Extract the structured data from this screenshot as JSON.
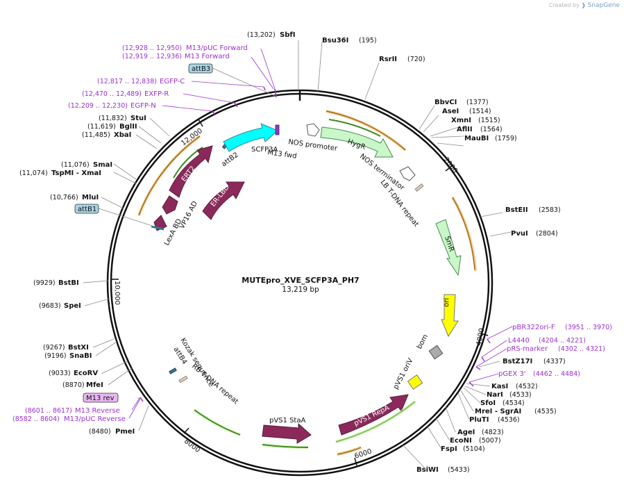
{
  "credit": {
    "prefix": "Created by",
    "brand": "SnapGene"
  },
  "plasmid": {
    "name": "MUTEpro_XVE_SCFP3A_PH7",
    "size": "13,219 bp"
  },
  "ticks": [
    "2000",
    "4000",
    "6000",
    "8000",
    "10,000",
    "12,000"
  ],
  "enzymes": [
    {
      "name": "SbfI",
      "pos": "(13,202)"
    },
    {
      "name": "Bsu36I",
      "pos": "(195)"
    },
    {
      "name": "RsrII",
      "pos": "(720)"
    },
    {
      "name": "BbvCI",
      "pos": "(1377)"
    },
    {
      "name": "AseI",
      "pos": "(1514)"
    },
    {
      "name": "XmnI",
      "pos": "(1515)"
    },
    {
      "name": "AflII",
      "pos": "(1564)"
    },
    {
      "name": "MauBI",
      "pos": "(1759)"
    },
    {
      "name": "BstEII",
      "pos": "(2583)"
    },
    {
      "name": "PvuI",
      "pos": "(2804)"
    },
    {
      "name": "BstZ17I",
      "pos": "(4337)"
    },
    {
      "name": "KasI",
      "pos": "(4532)"
    },
    {
      "name": "NarI",
      "pos": "(4533)"
    },
    {
      "name": "SfoI",
      "pos": "(4534)"
    },
    {
      "name": "MreI - SgrAI",
      "pos": "(4535)"
    },
    {
      "name": "PluTI",
      "pos": "(4536)"
    },
    {
      "name": "AgeI",
      "pos": "(4823)"
    },
    {
      "name": "EcoNI",
      "pos": "(5007)"
    },
    {
      "name": "FspI",
      "pos": "(5104)"
    },
    {
      "name": "BsiWI",
      "pos": "(5433)"
    },
    {
      "name": "PmeI",
      "pos": "(8480)"
    },
    {
      "name": "MfeI",
      "pos": "(8870)"
    },
    {
      "name": "EcoRV",
      "pos": "(9033)"
    },
    {
      "name": "SnaBI",
      "pos": "(9196)"
    },
    {
      "name": "BstXI",
      "pos": "(9267)"
    },
    {
      "name": "SpeI",
      "pos": "(9683)"
    },
    {
      "name": "BstBI",
      "pos": "(9929)"
    },
    {
      "name": "MluI",
      "pos": "(10,766)"
    },
    {
      "name": "TspMI - XmaI",
      "pos": "(11,074)"
    },
    {
      "name": "SmaI",
      "pos": "(11,076)"
    },
    {
      "name": "XbaI",
      "pos": "(11,485)"
    },
    {
      "name": "BglII",
      "pos": "(11,619)"
    },
    {
      "name": "StuI",
      "pos": "(11,832)"
    }
  ],
  "primers": [
    {
      "name": "M13/pUC Forward",
      "pos": "(12,928 .. 12,950)"
    },
    {
      "name": "M13 Forward",
      "pos": "(12,919 .. 12,936)"
    },
    {
      "name": "EGFP-C",
      "pos": "(12,817 .. 12,838)"
    },
    {
      "name": "EXFP-R",
      "pos": "(12,470 .. 12,489)"
    },
    {
      "name": "EGFP-N",
      "pos": "(12,209 .. 12,230)"
    },
    {
      "name": "pBR322ori-F",
      "pos": "(3951 .. 3970)"
    },
    {
      "name": "L4440",
      "pos": "(4204 .. 4221)"
    },
    {
      "name": "pRS-marker",
      "pos": "(4302 .. 4321)"
    },
    {
      "name": "pGEX 3'",
      "pos": "(4462 .. 4484)"
    },
    {
      "name": "M13 Reverse",
      "pos": "(8601 .. 8617)"
    },
    {
      "name": "M13/pUC Reverse",
      "pos": "(8582 .. 8604)"
    }
  ],
  "boxes": {
    "attB3": "attB3",
    "attB1": "attB1",
    "m13rev": "M13 rev"
  },
  "features": {
    "nos_promoter": "NOS promoter",
    "hygr": "HygR",
    "nos_terminator": "NOS terminator",
    "lb_repeat": "LB T-DNA repeat",
    "smr": "SmR",
    "ori": "ori",
    "bom": "bom",
    "pvs1_oriv": "pVS1 oriV",
    "pvs1_repa": "pVS1 RepA",
    "pvs1_staa": "pVS1 StaA",
    "rb_repeat": "RB T-DNA repeat",
    "attb4": "attB4",
    "kozak": "Kozak sequence",
    "lexa": "LexA BD",
    "vp16": "VP16 AD",
    "ert2": "ERT2",
    "erlbd": "ER-LBD",
    "attb2": "attB2",
    "scfp3a": "SCFP3A",
    "m13fwd": "M13 fwd"
  },
  "colors": {
    "backbone": "#111111",
    "primer": "#9b30d0",
    "cds": "#8b2a5a",
    "marker": "#c9f7c9",
    "ori": "#ffff00",
    "fluor": "#00ffff",
    "origin_line": "#3a8b1a",
    "orange": "#f2a33a"
  }
}
